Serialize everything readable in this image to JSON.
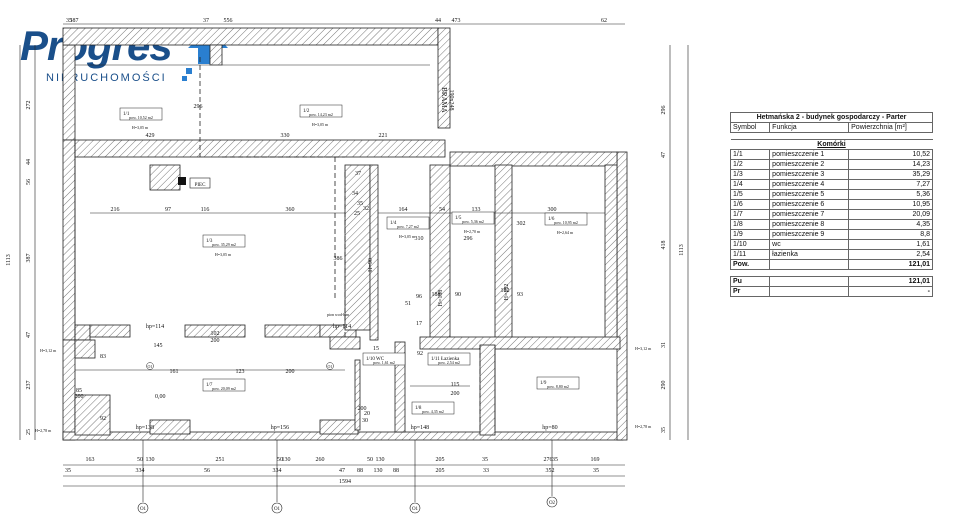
{
  "logo": {
    "word": "Progres",
    "sub": "NIERUCHOMOŚCI",
    "brand_color": "#1a4f8a",
    "accent_color": "#2a7fd0"
  },
  "table": {
    "title": "Hetmańska 2 - budynek gospodarczy - Parter",
    "headers": [
      "Symbol",
      "Funkcja",
      "Powierzchnia [m²]"
    ],
    "section": "Komórki",
    "rows": [
      [
        "1/1",
        "pomieszczenie 1",
        "10,52"
      ],
      [
        "1/2",
        "pomieszczenie 2",
        "14,23"
      ],
      [
        "1/3",
        "pomieszczenie 3",
        "35,29"
      ],
      [
        "1/4",
        "pomieszczenie 4",
        "7,27"
      ],
      [
        "1/5",
        "pomieszczenie 5",
        "5,36"
      ],
      [
        "1/6",
        "pomieszczenie 6",
        "10,95"
      ],
      [
        "1/7",
        "pomieszczenie 7",
        "20,09"
      ],
      [
        "1/8",
        "pomieszczenie 8",
        "4,35"
      ],
      [
        "1/9",
        "pomieszczenie 9",
        "8,8"
      ],
      [
        "1/10",
        "wc",
        "1,61"
      ],
      [
        "1/11",
        "łazienka",
        "2,54"
      ]
    ],
    "total_label": "Pow.",
    "total_value": "121,01",
    "pu_label": "Pu",
    "pu_value": "121,01",
    "pr_label": "Pr",
    "pr_value": "-"
  },
  "plan": {
    "top_dims": [
      "35",
      "387",
      "37",
      "556",
      "44",
      "473",
      "62"
    ],
    "bottom_dims_1": [
      "163",
      "50",
      "130",
      "251",
      "50",
      "130",
      "260",
      "50",
      "130",
      "205",
      "35",
      "276",
      "35",
      "169"
    ],
    "bottom_dims_2": [
      "35",
      "334",
      "56",
      "334",
      "47",
      "88",
      "130",
      "88",
      "205",
      "33",
      "352",
      "35"
    ],
    "bottom_total": "1594",
    "left_dims": [
      "272",
      "44",
      "56",
      "387",
      "47",
      "237",
      "25"
    ],
    "left_total": "1113",
    "right_dims": [
      "296",
      "47",
      "418",
      "31",
      "290",
      "35"
    ],
    "right_total": "1113",
    "interior_dims": [
      "429",
      "330",
      "221",
      "216",
      "97",
      "116",
      "360",
      "164",
      "54",
      "133",
      "300",
      "102",
      "200",
      "115",
      "200",
      "161",
      "123",
      "200",
      "85",
      "200",
      "296",
      "386",
      "310",
      "296",
      "302",
      "92",
      "188",
      "182",
      "51",
      "90",
      "96",
      "93",
      "145",
      "83",
      "92",
      "35",
      "37",
      "34",
      "25",
      "32",
      "17",
      "15",
      "200",
      "20",
      "30"
    ],
    "rooms": [
      {
        "id": "1/1",
        "area": "pow. 10,52 m2",
        "height": "H=3,05 m"
      },
      {
        "id": "1/2",
        "area": "pow. 14,23 m2",
        "height": "H=3,05 m"
      },
      {
        "id": "1/3",
        "area": "pow. 35,29 m2",
        "height": "H=3,05 m"
      },
      {
        "id": "1/4",
        "area": "pow. 7,27 m2",
        "height": "H=3,05 m"
      },
      {
        "id": "1/5",
        "area": "pow. 5,36 m2",
        "height": "H=2,70 m"
      },
      {
        "id": "1/6",
        "area": "pow. 10,95 m2",
        "height": "H=2,64 m"
      },
      {
        "id": "1/7",
        "area": "pow. 20,09 m2",
        "height": ""
      },
      {
        "id": "1/8",
        "area": "pow. 4,35 m2",
        "height": ""
      },
      {
        "id": "1/9",
        "area": "pow. 8,80 m2",
        "height": ""
      },
      {
        "id": "1/10",
        "name": "WC",
        "area": "pow. 1,61 m2",
        "height": ""
      },
      {
        "id": "1/11",
        "name": "Łazienka",
        "area": "pow. 2,54 m2",
        "height": ""
      }
    ],
    "labels": {
      "brama": "BRAMA",
      "brama_dim": "190x248",
      "piec": "PIEC",
      "pion": "pion wod-kan",
      "level": "0,00",
      "h312_l": "H=3,12 m",
      "h278_l": "H=2,78 m",
      "h312_r": "H=3,12 m",
      "h278_r": "H=2,78 m",
      "h90": "H=90",
      "h188": "H=188",
      "h182": "H=182"
    },
    "hp_labels": [
      "hp=114",
      "hp=114",
      "hp=138",
      "hp=156",
      "hp=148",
      "hp=80"
    ],
    "axis_labels": [
      "O1",
      "O1",
      "O1",
      "O2"
    ],
    "small_markers": [
      "O1",
      "O1"
    ]
  }
}
